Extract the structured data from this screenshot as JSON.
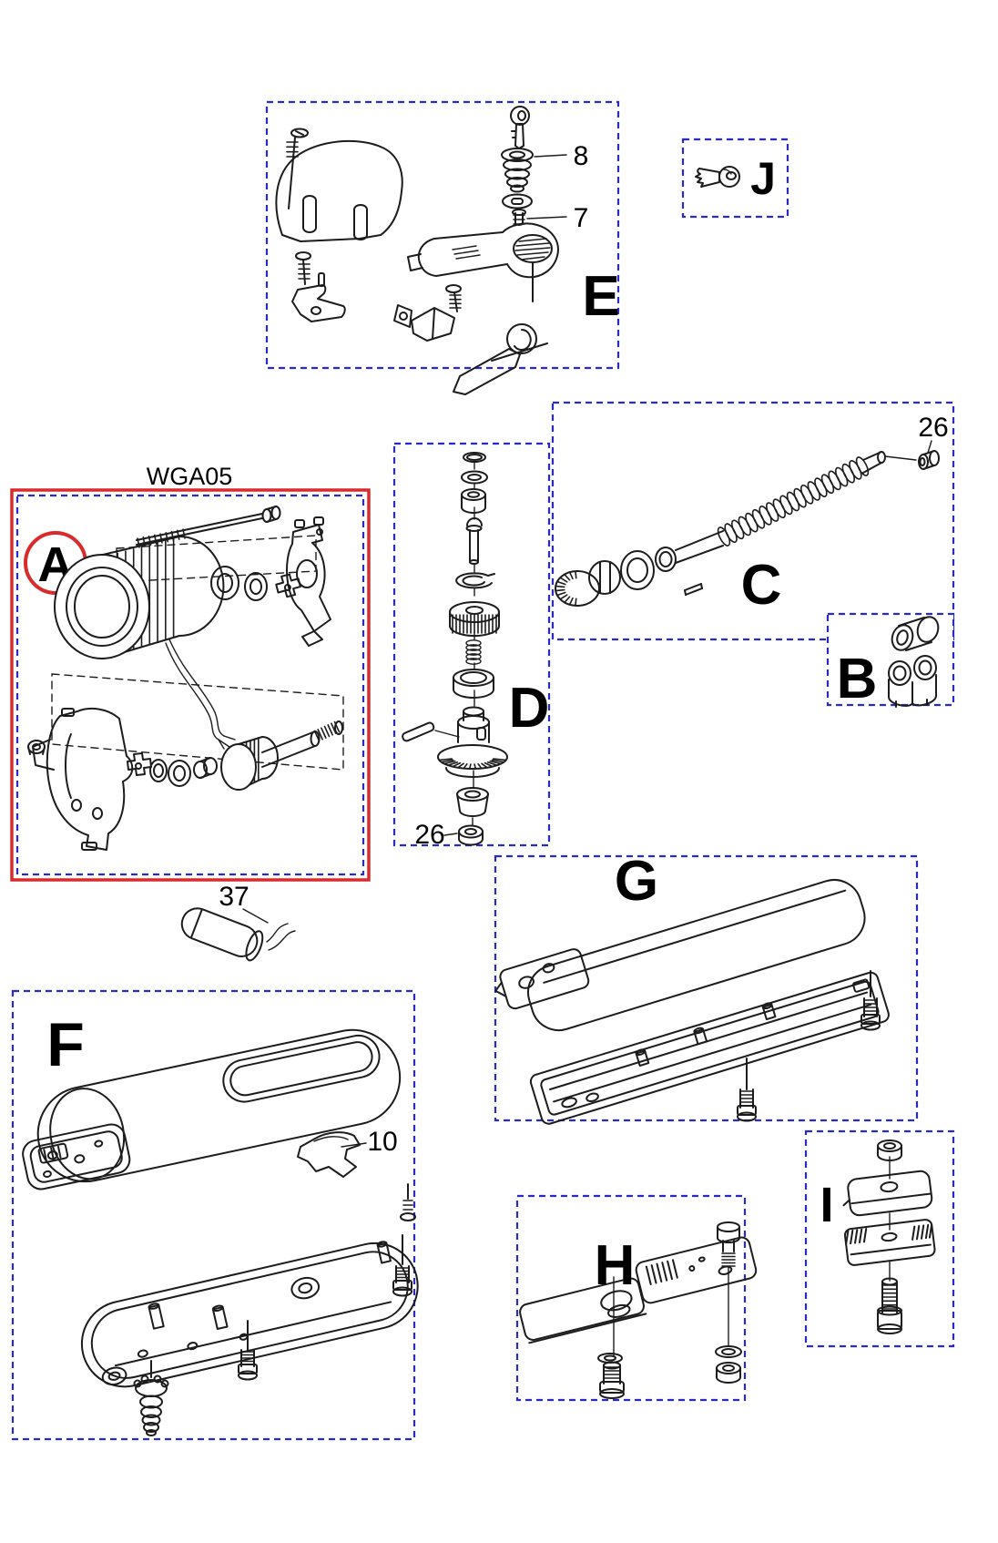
{
  "product_code": "WGA05",
  "colors": {
    "background": "#ffffff",
    "line_art": "#1c1c1c",
    "box_outline_blue": "#2a2ac8",
    "highlight_red": "#d92b2b",
    "label_text": "#000000"
  },
  "sections": {
    "A": {
      "label": "A",
      "highlighted": true,
      "parts_shown": [
        "tie rod",
        "motor stator",
        "washer",
        "bearing",
        "damper pad",
        "motor bracket",
        "wiring",
        "nut",
        "end bracket",
        "damper pad",
        "ring",
        "bearing",
        "spacer",
        "rotor with worm shaft"
      ]
    },
    "B": {
      "label": "B",
      "parts_shown": [
        "threaded bushing",
        "clevis fork"
      ]
    },
    "C": {
      "label": "C",
      "parts_shown": [
        "bevel gear",
        "collar",
        "bearing",
        "ring",
        "pin",
        "worm screw",
        "stop nut"
      ],
      "callout": "26"
    },
    "D": {
      "label": "D",
      "parts_shown": [
        "o-ring",
        "washer",
        "bushing",
        "pin",
        "snap ring",
        "helical gear",
        "spring",
        "ring",
        "bevel pinion",
        "key",
        "cup washer",
        "nut"
      ],
      "callout": "26"
    },
    "E": {
      "label": "E",
      "parts_shown": [
        "screw",
        "release cover",
        "screw",
        "bracket",
        "key",
        "lock cylinder",
        "washer plate",
        "screw",
        "release arm",
        "screw",
        "wedge",
        "release lever"
      ],
      "callouts": [
        "8",
        "7"
      ]
    },
    "F": {
      "label": "F",
      "parts_shown": [
        "upper housing",
        "retaining bracket",
        "base housing",
        "screws",
        "cable gland"
      ],
      "callout": "10"
    },
    "G": {
      "label": "G",
      "parts_shown": [
        "guide cover",
        "guide rail",
        "screws"
      ]
    },
    "H": {
      "label": "H",
      "parts_shown": [
        "plain plate",
        "slotted plate",
        "bolt",
        "washers",
        "nut",
        "screw"
      ]
    },
    "I": {
      "label": "I",
      "parts_shown": [
        "nut",
        "clamp plate",
        "serrated clamp plate",
        "bolt"
      ]
    },
    "J": {
      "label": "J",
      "parts_shown": [
        "release key"
      ]
    }
  },
  "callouts": {
    "part_8": "8",
    "part_7": "7",
    "part_26_screw": "26",
    "part_26_gear": "26",
    "part_37": "37",
    "part_10": "10"
  }
}
